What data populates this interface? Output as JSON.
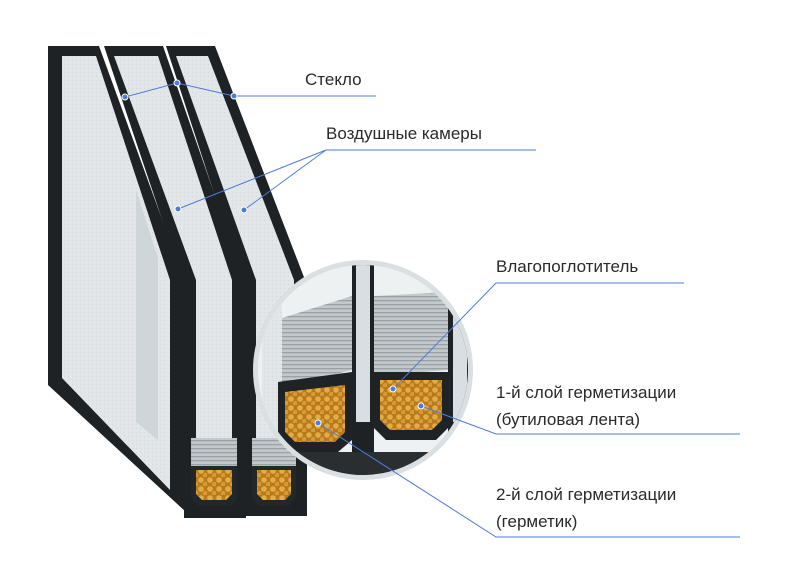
{
  "labels": {
    "glass": "Стекло",
    "air_chambers": "Воздушные камеры",
    "desiccant": "Влагопоглотитель",
    "seal1_line1": "1-й слой герметизации",
    "seal1_line2": "(бутиловая лента)",
    "seal2_line1": "2-й слой герметизации",
    "seal2_line2": "(герметик)"
  },
  "colors": {
    "leader_line": "#4f7bd6",
    "frame": "#1e2224",
    "glass": "#dfe4e6",
    "desiccant": "#d69a2e",
    "spacer": "#b9bfc2"
  }
}
